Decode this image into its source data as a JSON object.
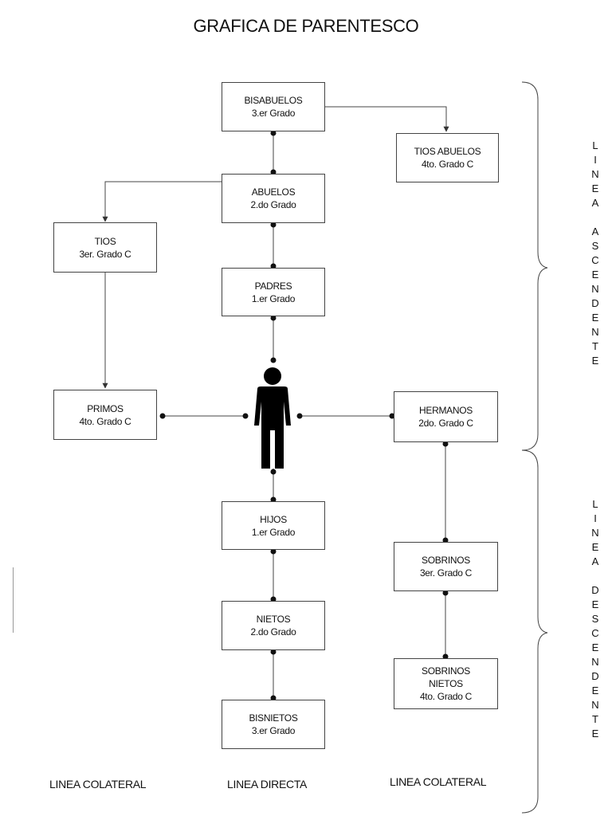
{
  "title": "GRAFICA DE PARENTESCO",
  "nodes": {
    "bisabuelos": {
      "name": "BISABUELOS",
      "grade": "3.er Grado"
    },
    "tios_abuelos": {
      "name": "TIOS ABUELOS",
      "grade": "4to. Grado C"
    },
    "abuelos": {
      "name": "ABUELOS",
      "grade": "2.do Grado"
    },
    "tios": {
      "name": "TIOS",
      "grade": "3er. Grado C"
    },
    "padres": {
      "name": "PADRES",
      "grade": "1.er Grado"
    },
    "primos": {
      "name": "PRIMOS",
      "grade": "4to. Grado C"
    },
    "hermanos": {
      "name": "HERMANOS",
      "grade": "2do. Grado C"
    },
    "hijos": {
      "name": "HIJOS",
      "grade": "1.er Grado"
    },
    "sobrinos": {
      "name": "SOBRINOS",
      "grade": "3er. Grado C"
    },
    "nietos": {
      "name": "NIETOS",
      "grade": "2.do Grado"
    },
    "sobrinos_nietos": {
      "name_line1": "SOBRINOS",
      "name_line2": "NIETOS",
      "grade": "4to. Grado C"
    },
    "bisnietos": {
      "name": "BISNIETOS",
      "grade": "3.er Grado"
    }
  },
  "footer": {
    "left": "LINEA COLATERAL",
    "center": "LINEA DIRECTA",
    "right": "LINEA COLATERAL"
  },
  "side_labels": {
    "ascendente": [
      "L",
      "I",
      "N",
      "E",
      "A",
      "",
      "A",
      "S",
      "C",
      "E",
      "N",
      "D",
      "E",
      "N",
      "T",
      "E"
    ],
    "descendente": [
      "L",
      "I",
      "N",
      "E",
      "A",
      "",
      "D",
      "E",
      "S",
      "C",
      "E",
      "N",
      "D",
      "E",
      "N",
      "T",
      "E"
    ]
  }
}
